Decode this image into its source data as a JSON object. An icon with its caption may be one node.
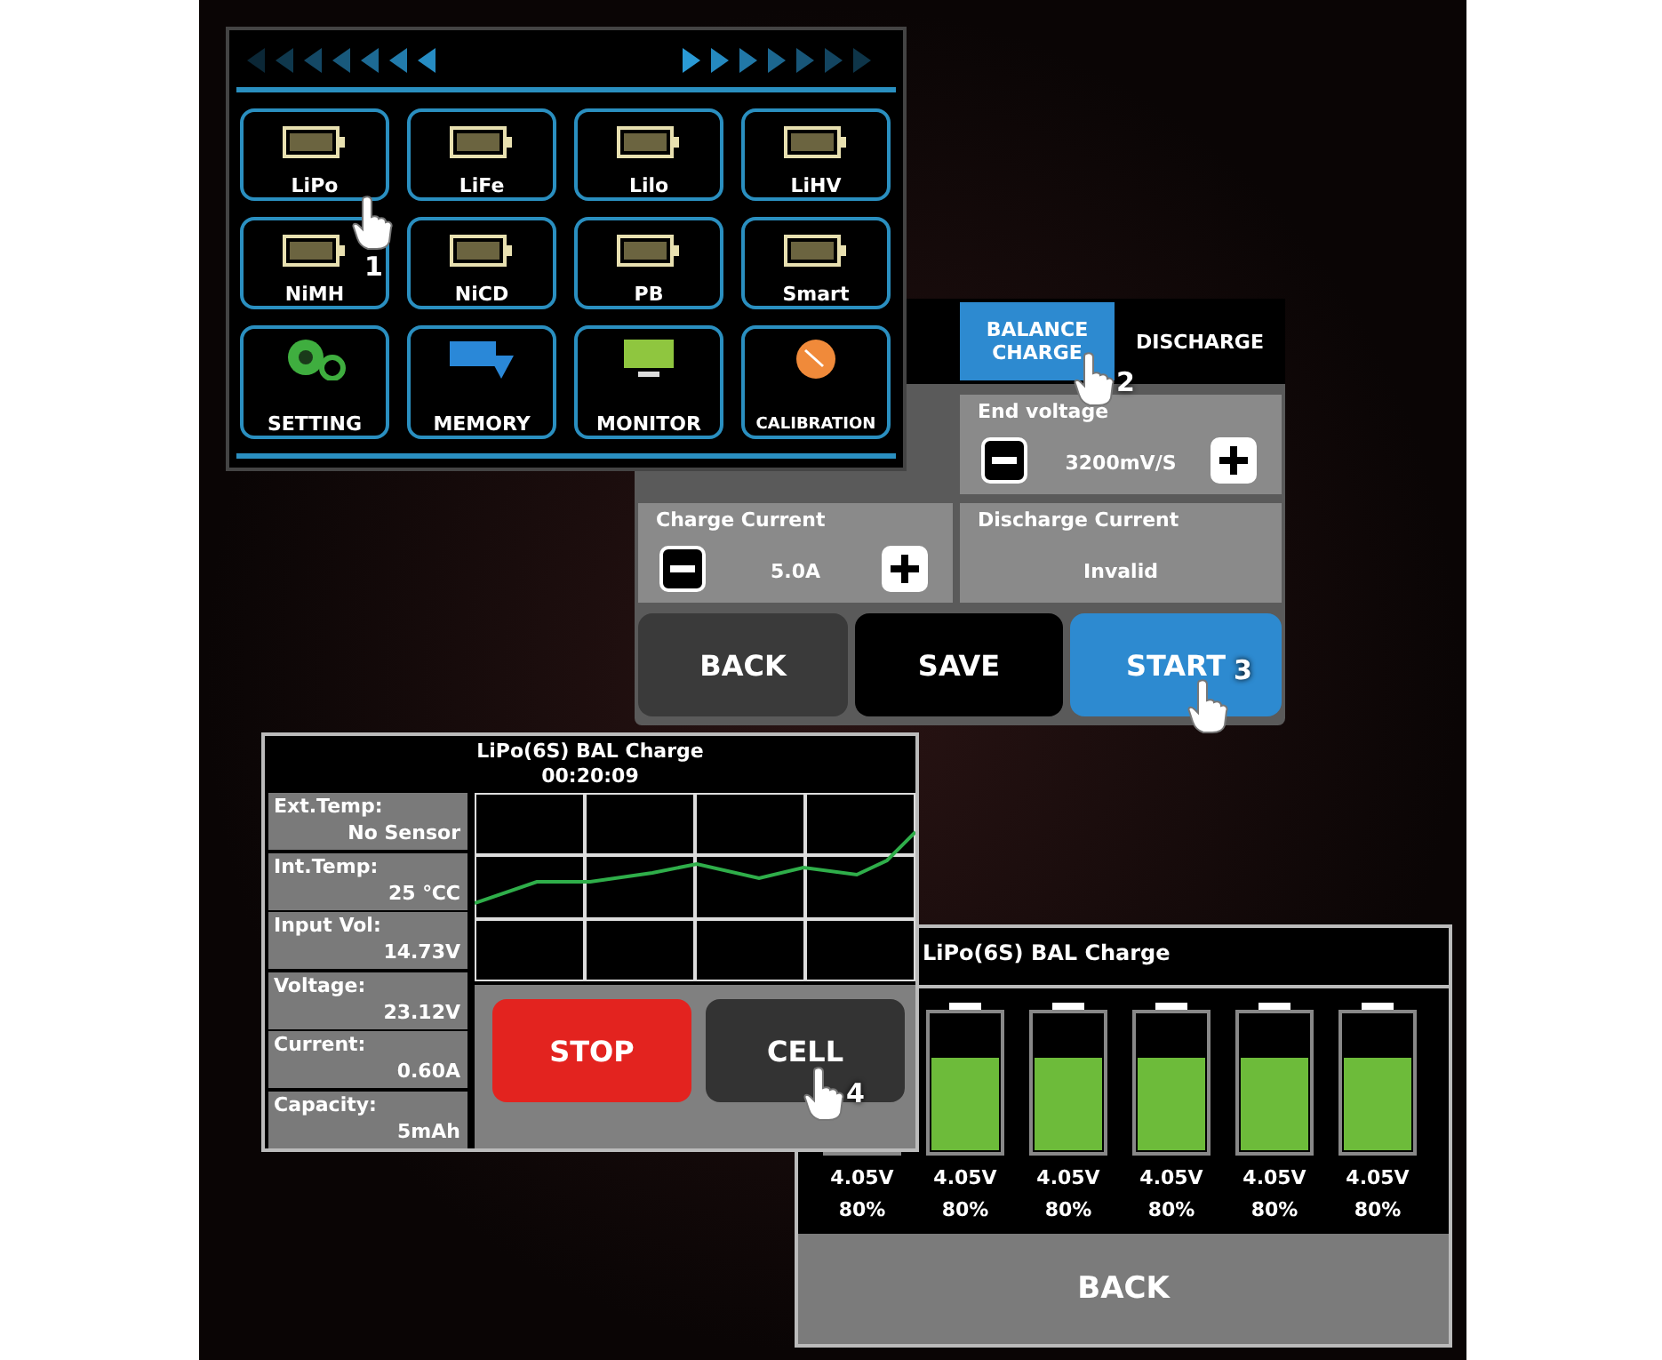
{
  "diagram": {
    "labels": [
      "LiPo",
      "LiFe",
      "Lilo",
      "LiHV",
      "NiMH",
      "NiCD",
      "PB",
      "Smart",
      "SETTING",
      "MEMORY",
      "MONITOR",
      "CALIBRATION",
      "1",
      "BALANCE CHARGE",
      "DISCHARGE",
      "End voltage",
      "3200mV/S",
      "Charge Current",
      "5.0A",
      "Discharge Current",
      "Invalid",
      "BACK",
      "SAVE",
      "START",
      "2",
      "3",
      "LiPo(6S) BAL Charge",
      "00:20:09",
      "Ext.Temp:",
      "No Sensor",
      "Int.Temp:",
      "25 ℃C",
      "Input Vol:",
      "14.73V",
      "Voltage:",
      "23.12V",
      "Current:",
      "0.60A",
      "Capacity:",
      "5mAh",
      "STOP",
      "CELL",
      "4",
      "LiPo(6S) BAL Charge",
      "4.05V",
      "80%",
      "4.05V",
      "80%",
      "4.05V",
      "80%",
      "4.05V",
      "80%",
      "4.05V",
      "80%",
      "4.05V",
      "80%",
      "BACK"
    ]
  }
}
